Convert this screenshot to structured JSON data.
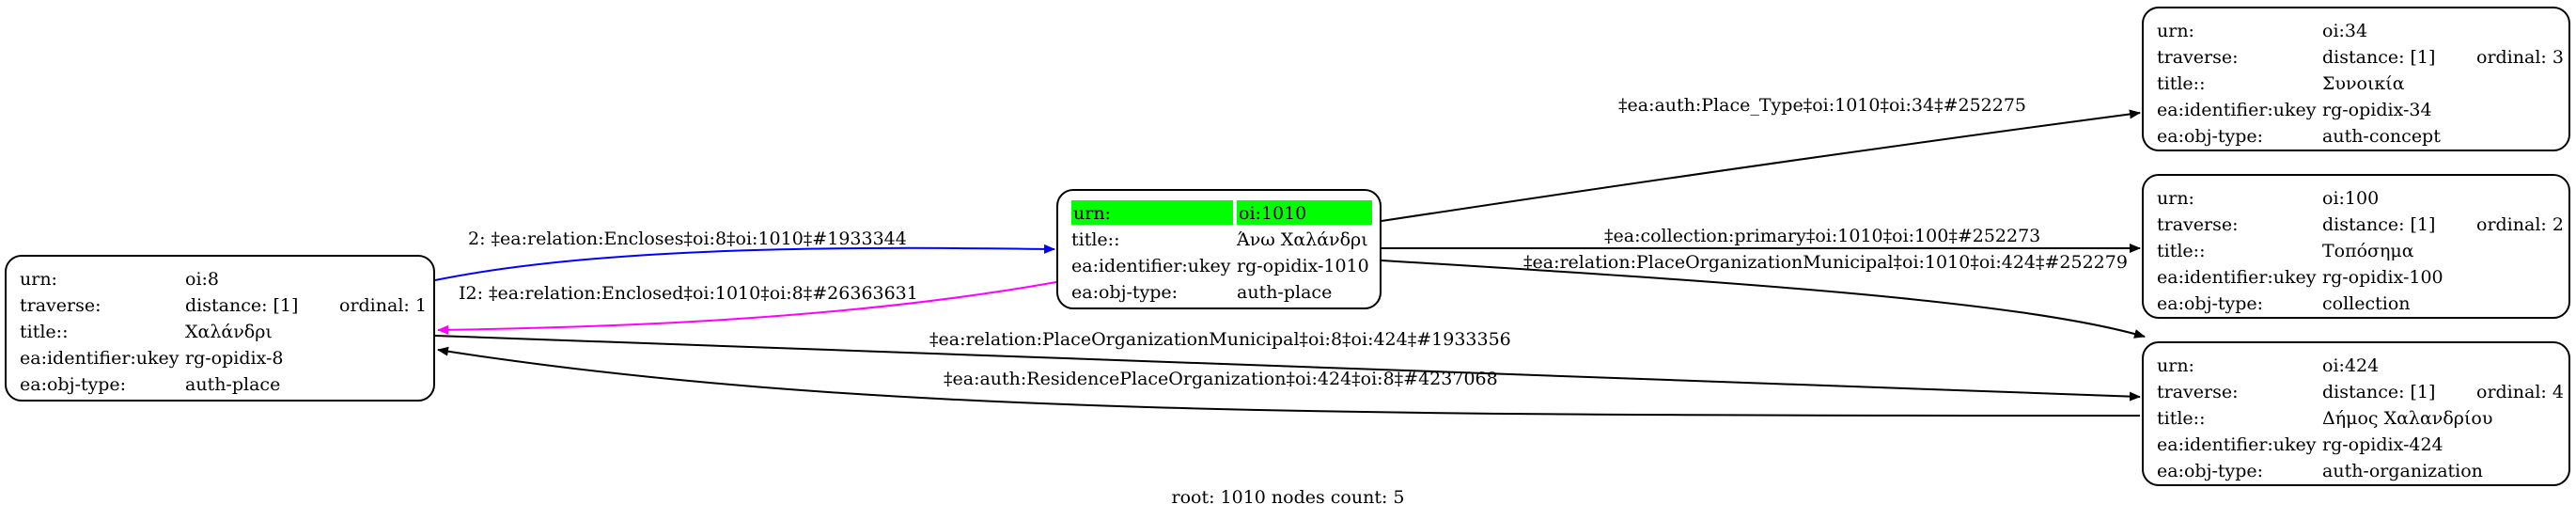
{
  "nodes": {
    "oi8": {
      "rows": [
        {
          "key": "urn:",
          "value": "oi:8"
        },
        {
          "key": "traverse:",
          "value": "distance: [1]",
          "extra": "ordinal: 1"
        },
        {
          "key": "title::",
          "value": "Χαλάνδρι"
        },
        {
          "key": "ea:identifier:ukey",
          "value": "rg-opidix-8"
        },
        {
          "key": "ea:obj-type:",
          "value": "auth-place"
        }
      ]
    },
    "oi1010": {
      "rows": [
        {
          "key": "urn:",
          "value": "oi:1010",
          "highlight": true
        },
        {
          "key": "title::",
          "value": "Άνω Χαλάνδρι"
        },
        {
          "key": "ea:identifier:ukey",
          "value": "rg-opidix-1010"
        },
        {
          "key": "ea:obj-type:",
          "value": "auth-place"
        }
      ]
    },
    "oi34": {
      "rows": [
        {
          "key": "urn:",
          "value": "oi:34"
        },
        {
          "key": "traverse:",
          "value": "distance: [1]",
          "extra": "ordinal: 3"
        },
        {
          "key": "title::",
          "value": "Συνοικία"
        },
        {
          "key": "ea:identifier:ukey",
          "value": "rg-opidix-34"
        },
        {
          "key": "ea:obj-type:",
          "value": "auth-concept"
        }
      ]
    },
    "oi100": {
      "rows": [
        {
          "key": "urn:",
          "value": "oi:100"
        },
        {
          "key": "traverse:",
          "value": "distance: [1]",
          "extra": "ordinal: 2"
        },
        {
          "key": "title::",
          "value": "Τοπόσημα"
        },
        {
          "key": "ea:identifier:ukey",
          "value": "rg-opidix-100"
        },
        {
          "key": "ea:obj-type:",
          "value": "collection"
        }
      ]
    },
    "oi424": {
      "rows": [
        {
          "key": "urn:",
          "value": "oi:424"
        },
        {
          "key": "traverse:",
          "value": "distance: [1]",
          "extra": "ordinal: 4"
        },
        {
          "key": "title::",
          "value": "Δήμος Χαλανδρίου"
        },
        {
          "key": "ea:identifier:ukey",
          "value": "rg-opidix-424"
        },
        {
          "key": "ea:obj-type:",
          "value": "auth-organization"
        }
      ]
    }
  },
  "edges": {
    "encloses": "2: ‡ea:relation:Encloses‡oi:8‡oi:1010‡#1933344",
    "enclosed": "I2: ‡ea:relation:Enclosed‡oi:1010‡oi:8‡#26363631",
    "place_type": "‡ea:auth:Place_Type‡oi:1010‡oi:34‡#252275",
    "collection_primary": "‡ea:collection:primary‡oi:1010‡oi:100‡#252273",
    "place_org_1010": "‡ea:relation:PlaceOrganizationMunicipal‡oi:1010‡oi:424‡#252279",
    "place_org_8": "‡ea:relation:PlaceOrganizationMunicipal‡oi:8‡oi:424‡#1933356",
    "residence": "‡ea:auth:ResidencePlaceOrganization‡oi:424‡oi:8‡#4237068"
  },
  "colors": {
    "encloses_edge": "#0000ff",
    "enclosed_edge": "#ff00ff",
    "default_edge": "#000000",
    "urn_highlight": "#00ff00"
  },
  "footer": "root: 1010 nodes count: 5"
}
